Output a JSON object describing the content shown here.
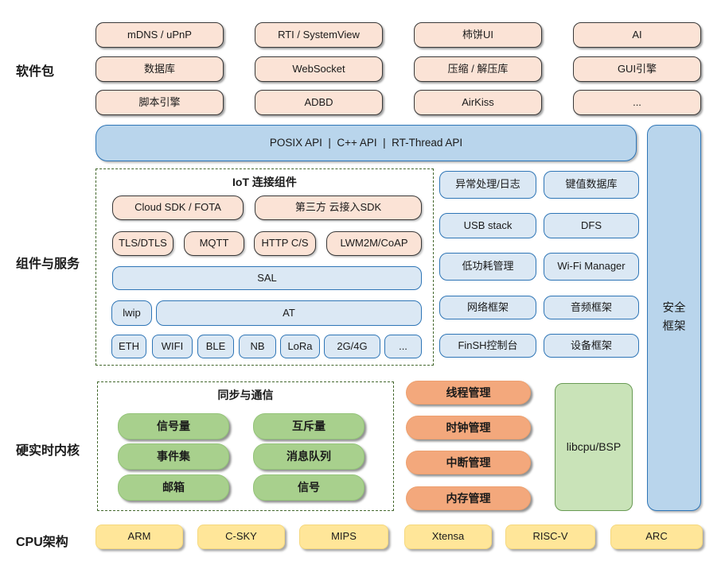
{
  "colors": {
    "peach_fill": "#fbe3d6",
    "peach_border": "#383838",
    "blue_fill": "#dbe8f4",
    "blue_border": "#2e75b6",
    "api_bar_fill": "#b9d5ec",
    "green_fill": "#a8d08d",
    "orange_fill": "#f3a87c",
    "yellow_fill": "#ffe699",
    "libcpu_fill": "#c9e3b8",
    "libcpu_border": "#6a9b55",
    "dash_border": "#44682e"
  },
  "labels": {
    "packages": "软件包",
    "components": "组件与服务",
    "kernel": "硬实时内核",
    "cpu": "CPU架构"
  },
  "packages": {
    "boxes": [
      "mDNS / uPnP",
      "RTI / SystemView",
      "柿饼UI",
      "AI",
      "数据库",
      "WebSocket",
      "压缩 / 解压库",
      "GUI引擎",
      "脚本引擎",
      "ADBD",
      "AirKiss",
      "..."
    ]
  },
  "api_bar": {
    "text": "POSIX API  |  C++ API  |  RT-Thread API"
  },
  "security": {
    "line1": "安全",
    "line2": "框架"
  },
  "iot": {
    "title": "IoT 连接组件",
    "cloud_sdk": "Cloud SDK / FOTA",
    "third_party": "第三方 云接入SDK",
    "protocols": [
      "TLS/DTLS",
      "MQTT",
      "HTTP C/S",
      "LWM2M/CoAP"
    ],
    "sal": "SAL",
    "lwip": "lwip",
    "at": "AT",
    "links": [
      "ETH",
      "WIFI",
      "BLE",
      "NB",
      "LoRa",
      "2G/4G",
      "..."
    ]
  },
  "services": {
    "boxes": [
      "异常处理/日志",
      "键值数据库",
      "USB stack",
      "DFS",
      "低功耗管理",
      "Wi-Fi Manager",
      "网络框架",
      "音频框架",
      "FinSH控制台",
      "设备框架"
    ]
  },
  "kernel": {
    "sync_title": "同步与通信",
    "sync_boxes": [
      "信号量",
      "互斥量",
      "事件集",
      "消息队列",
      "邮箱",
      "信号"
    ],
    "mgmt_boxes": [
      "线程管理",
      "时钟管理",
      "中断管理",
      "内存管理"
    ],
    "libcpu": "libcpu/BSP"
  },
  "cpu": {
    "boxes": [
      "ARM",
      "C-SKY",
      "MIPS",
      "Xtensa",
      "RISC-V",
      "ARC"
    ]
  }
}
